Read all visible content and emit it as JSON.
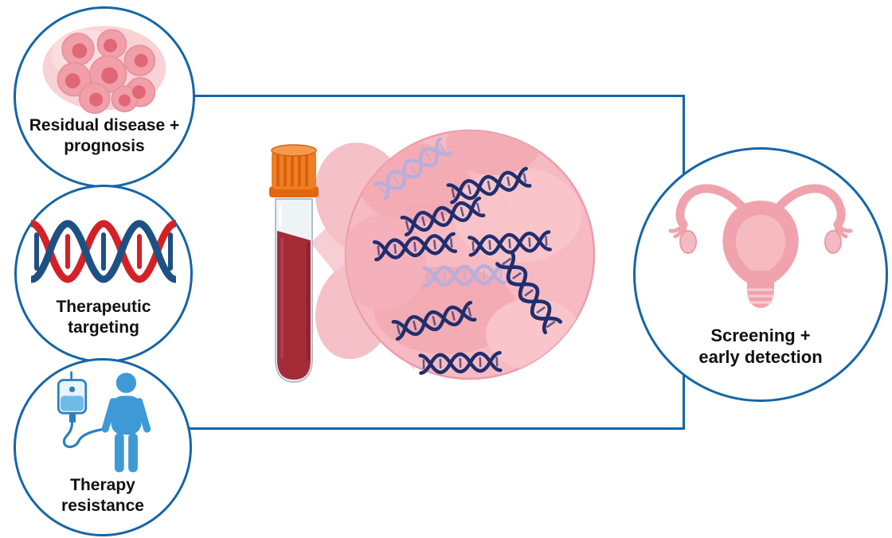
{
  "nodes": {
    "residual_disease": {
      "label": "Residual disease +\nprognosis",
      "icon": "tumor-cells-icon"
    },
    "therapeutic_targeting": {
      "label": "Therapeutic\ntargeting",
      "icon": "dna-helix-icon"
    },
    "therapy_resistance": {
      "label": "Therapy\nresistance",
      "icon": "iv-drip-patient-icon"
    },
    "screening": {
      "label": "Screening +\nearly detection",
      "icon": "uterus-icon"
    }
  },
  "center": {
    "icons": [
      "blood-tube-icon",
      "magnified-plasma-icon",
      "ctdna-fragment-icon"
    ]
  },
  "colors": {
    "accent_blue": "#1565a8",
    "dna_navy": "#202e6e",
    "dna_faded": "#b8aedd",
    "blood_red": "#a32c37",
    "cap_orange": "#ef7d22",
    "plasma_pink": "#f7bac2",
    "person_blue": "#3e9ad7",
    "helix_red": "#d42127",
    "helix_blue": "#1d5184",
    "text": "#111111"
  }
}
